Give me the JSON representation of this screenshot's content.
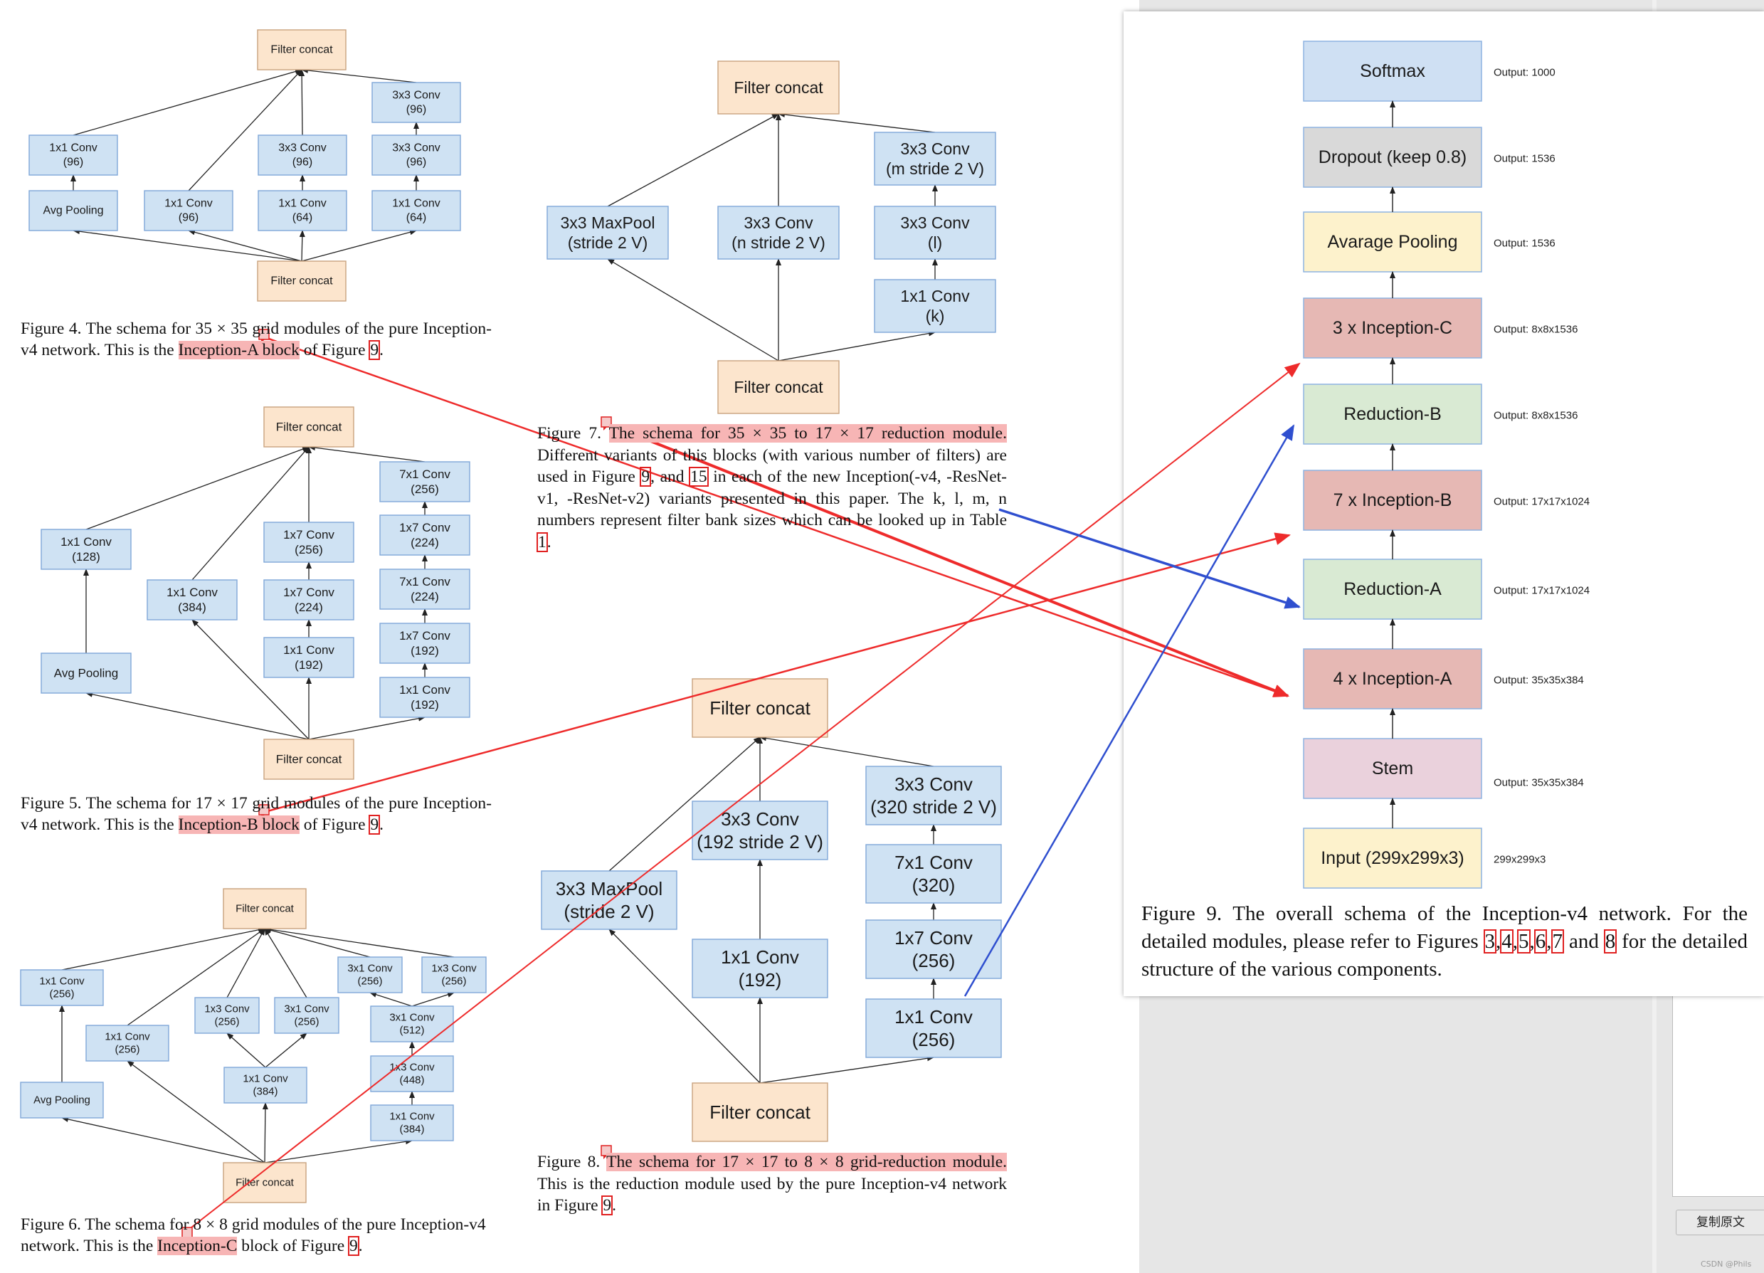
{
  "fig4": {
    "nodes": [
      {
        "id": "f4_top",
        "lines": [
          "Filter concat"
        ],
        "kind": "concat"
      },
      {
        "id": "f4_a1",
        "lines": [
          "1x1 Conv",
          "(96)"
        ],
        "kind": "conv"
      },
      {
        "id": "f4_ap",
        "lines": [
          "Avg Pooling"
        ],
        "kind": "conv"
      },
      {
        "id": "f4_b1",
        "lines": [
          "1x1 Conv",
          "(96)"
        ],
        "kind": "conv"
      },
      {
        "id": "f4_c2",
        "lines": [
          "3x3 Conv",
          "(96)"
        ],
        "kind": "conv"
      },
      {
        "id": "f4_c1",
        "lines": [
          "1x1 Conv",
          "(64)"
        ],
        "kind": "conv"
      },
      {
        "id": "f4_d3",
        "lines": [
          "3x3 Conv",
          "(96)"
        ],
        "kind": "conv"
      },
      {
        "id": "f4_d2",
        "lines": [
          "3x3 Conv",
          "(96)"
        ],
        "kind": "conv"
      },
      {
        "id": "f4_d1",
        "lines": [
          "1x1 Conv",
          "(64)"
        ],
        "kind": "conv"
      },
      {
        "id": "f4_bot",
        "lines": [
          "Filter concat"
        ],
        "kind": "concat"
      }
    ],
    "caption": {
      "text1": "Figure 4. The schema for 35 × 35 grid modules of the pure Inception-v4 network. This is the ",
      "highlight": "Inception-A block",
      "text2": " of Figure ",
      "ref": "9",
      "text3": "."
    }
  },
  "fig5": {
    "nodes": [
      {
        "id": "f5_top",
        "lines": [
          "Filter concat"
        ],
        "kind": "concat"
      },
      {
        "id": "f5_a1",
        "lines": [
          "1x1 Conv",
          "(128)"
        ],
        "kind": "conv"
      },
      {
        "id": "f5_ap",
        "lines": [
          "Avg Pooling"
        ],
        "kind": "conv"
      },
      {
        "id": "f5_b1",
        "lines": [
          "1x1 Conv",
          "(384)"
        ],
        "kind": "conv"
      },
      {
        "id": "f5_c3",
        "lines": [
          "1x7 Conv",
          "(256)"
        ],
        "kind": "conv"
      },
      {
        "id": "f5_c2",
        "lines": [
          "1x7 Conv",
          "(224)"
        ],
        "kind": "conv"
      },
      {
        "id": "f5_c1",
        "lines": [
          "1x1 Conv",
          "(192)"
        ],
        "kind": "conv"
      },
      {
        "id": "f5_d5",
        "lines": [
          "7x1 Conv",
          "(256)"
        ],
        "kind": "conv"
      },
      {
        "id": "f5_d4",
        "lines": [
          "1x7 Conv",
          "(224)"
        ],
        "kind": "conv"
      },
      {
        "id": "f5_d3",
        "lines": [
          "7x1 Conv",
          "(224)"
        ],
        "kind": "conv"
      },
      {
        "id": "f5_d2",
        "lines": [
          "1x7 Conv",
          "(192)"
        ],
        "kind": "conv"
      },
      {
        "id": "f5_d1",
        "lines": [
          "1x1 Conv",
          "(192)"
        ],
        "kind": "conv"
      },
      {
        "id": "f5_bot",
        "lines": [
          "Filter concat"
        ],
        "kind": "concat"
      }
    ],
    "caption": {
      "text1": "Figure 5. The schema for 17 × 17 grid modules of the pure Inception-v4 network. This is the ",
      "highlight": "Inception-B block",
      "text2": " of Figure ",
      "ref": "9",
      "text3": "."
    }
  },
  "fig6": {
    "nodes": [
      {
        "id": "f6_top",
        "lines": [
          "Filter concat"
        ],
        "kind": "concat"
      },
      {
        "id": "f6_a1",
        "lines": [
          "1x1 Conv",
          "(256)"
        ],
        "kind": "conv"
      },
      {
        "id": "f6_ap",
        "lines": [
          "Avg Pooling"
        ],
        "kind": "conv"
      },
      {
        "id": "f6_b1",
        "lines": [
          "1x1 Conv",
          "(256)"
        ],
        "kind": "conv"
      },
      {
        "id": "f6_c13",
        "lines": [
          "1x3 Conv",
          "(256)"
        ],
        "kind": "conv"
      },
      {
        "id": "f6_c31",
        "lines": [
          "3x1 Conv",
          "(256)"
        ],
        "kind": "conv"
      },
      {
        "id": "f6_c1",
        "lines": [
          "1x1 Conv",
          "(384)"
        ],
        "kind": "conv"
      },
      {
        "id": "f6_d31",
        "lines": [
          "3x1 Conv",
          "(256)"
        ],
        "kind": "conv"
      },
      {
        "id": "f6_d13",
        "lines": [
          "1x3 Conv",
          "(256)"
        ],
        "kind": "conv"
      },
      {
        "id": "f6_d3",
        "lines": [
          "3x1 Conv",
          "(512)"
        ],
        "kind": "conv"
      },
      {
        "id": "f6_d2",
        "lines": [
          "1x3 Conv",
          "(448)"
        ],
        "kind": "conv"
      },
      {
        "id": "f6_d1",
        "lines": [
          "1x1 Conv",
          "(384)"
        ],
        "kind": "conv"
      },
      {
        "id": "f6_bot",
        "lines": [
          "Filter concat"
        ],
        "kind": "concat"
      }
    ],
    "caption": {
      "text1": "Figure 6. The schema for 8 × 8 grid modules of the pure Inception-v4 network. This is the ",
      "highlight": "Inception-C",
      "text2": " block of Figure ",
      "ref": "9",
      "text3": "."
    }
  },
  "fig7": {
    "nodes": [
      {
        "id": "f7_top",
        "lines": [
          "Filter concat"
        ],
        "kind": "concat"
      },
      {
        "id": "f7_mp",
        "lines": [
          "3x3 MaxPool",
          "(stride 2 V)"
        ],
        "kind": "conv"
      },
      {
        "id": "f7_b",
        "lines": [
          "3x3 Conv",
          "(n stride 2 V)"
        ],
        "kind": "conv"
      },
      {
        "id": "f7_c3",
        "lines": [
          "3x3 Conv",
          "(m stride 2 V)"
        ],
        "kind": "conv"
      },
      {
        "id": "f7_c2",
        "lines": [
          "3x3 Conv",
          "(l)"
        ],
        "kind": "conv"
      },
      {
        "id": "f7_c1",
        "lines": [
          "1x1 Conv",
          "(k)"
        ],
        "kind": "conv"
      },
      {
        "id": "f7_bot",
        "lines": [
          "Filter concat"
        ],
        "kind": "concat"
      }
    ],
    "caption": {
      "text0": "Figure 7. ",
      "highlight": "The schema for 35 × 35 to 17 × 17 reduction module.",
      "text1": " Different variants of this blocks (with various number of filters) are used in Figure ",
      "ref1": "9",
      "text2": ", and ",
      "ref2": "15",
      "text3": " in each of the new Inception(-v4, -ResNet-v1, -ResNet-v2) variants presented in this paper. The k, l, m, n numbers represent filter bank sizes which can be looked up in Table ",
      "ref3": "1",
      "text4": "."
    }
  },
  "fig8": {
    "nodes": [
      {
        "id": "f8_top",
        "lines": [
          "Filter concat"
        ],
        "kind": "concat"
      },
      {
        "id": "f8_mp",
        "lines": [
          "3x3 MaxPool",
          "(stride 2 V)"
        ],
        "kind": "conv"
      },
      {
        "id": "f8_b2",
        "lines": [
          "3x3 Conv",
          "(192 stride 2 V)"
        ],
        "kind": "conv"
      },
      {
        "id": "f8_b1",
        "lines": [
          "1x1 Conv",
          "(192)"
        ],
        "kind": "conv"
      },
      {
        "id": "f8_c4",
        "lines": [
          "3x3 Conv",
          "(320 stride 2 V)"
        ],
        "kind": "conv"
      },
      {
        "id": "f8_c3",
        "lines": [
          "7x1 Conv",
          "(320)"
        ],
        "kind": "conv"
      },
      {
        "id": "f8_c2",
        "lines": [
          "1x7 Conv",
          "(256)"
        ],
        "kind": "conv"
      },
      {
        "id": "f8_c1",
        "lines": [
          "1x1 Conv",
          "(256)"
        ],
        "kind": "conv"
      },
      {
        "id": "f8_bot",
        "lines": [
          "Filter concat"
        ],
        "kind": "concat"
      }
    ],
    "caption": {
      "text0": "Figure 8. ",
      "highlight": "The schema for 17 × 17 to 8 × 8 grid-reduction module.",
      "text1": " This is the reduction module used by the pure Inception-v4 network in Figure ",
      "ref": "9",
      "text2": "."
    }
  },
  "fig9": {
    "stack": [
      {
        "label": "Softmax",
        "output": "Output: 1000",
        "color": "#cfe0f3"
      },
      {
        "label": "Dropout (keep 0.8)",
        "output": "Output: 1536",
        "color": "#d9d9d9"
      },
      {
        "label": "Avarage Pooling",
        "output": "Output: 1536",
        "color": "#fdf2cc"
      },
      {
        "label": "3 x Inception-C",
        "output": "Output: 8x8x1536",
        "color": "#e6b8b4"
      },
      {
        "label": "Reduction-B",
        "output": "Output: 8x8x1536",
        "color": "#d9ead3"
      },
      {
        "label": "7 x Inception-B",
        "output": "Output: 17x17x1024",
        "color": "#e6b8b4"
      },
      {
        "label": "Reduction-A",
        "output": "Output: 17x17x1024",
        "color": "#d9ead3"
      },
      {
        "label": "4 x Inception-A",
        "output": "Output: 35x35x384",
        "color": "#e6b8b4"
      },
      {
        "label": "Stem",
        "output": "Output: 35x35x384",
        "color": "#ead1dc"
      },
      {
        "label": "Input (299x299x3)",
        "output": "299x299x3",
        "color": "#fdf2cc"
      }
    ],
    "caption": {
      "text1": "Figure 9. The overall schema of the Inception-v4 network. For the detailed modules, please refer to Figures ",
      "refs": [
        "3",
        "4",
        "5",
        "6",
        "7"
      ],
      "text2": " and ",
      "ref_last": "8",
      "text3": " for the detailed structure of the various components."
    }
  },
  "colors": {
    "conv": "#cfe2f3",
    "conv_border": "#7fa7d8",
    "concat": "#fce5cd",
    "concat_border": "#c9a27e",
    "annot_red": "#ee2b2b",
    "annot_blue": "#2f4fcf",
    "highlight": "#f7b5b5"
  },
  "ui": {
    "copy_button": "复制原文",
    "watermark": "CSDN @Phils"
  }
}
